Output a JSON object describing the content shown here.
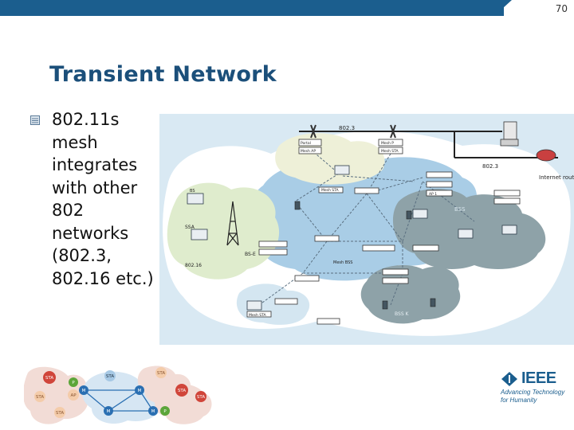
{
  "page": {
    "number": "70"
  },
  "slide": {
    "title": "Transient Network",
    "bullet": "802.11s mesh integrates with other 802 networks (802.3, 802.16 etc.)"
  },
  "diagram": {
    "labels": {
      "wired_top": "802.3",
      "wired_right": "802.3",
      "portal_1": "Portal",
      "mesh_ap_top_left": "Mesh AP",
      "mesh_point": "Mesh P",
      "mesh_sta_top": "Mesh STA",
      "router": "Internet router",
      "bss_upper_right": "BSS",
      "ap_1": "AP 1",
      "mesh_sta_mid": "Mesh STA",
      "ssa": "SSA",
      "bs": "BS",
      "bs_label": "BS-E",
      "wimax": "802.16",
      "mesh_bss": "Mesh BSS",
      "bss_bottom": "BSS K",
      "mesh_sta_bottom": "Mesh STA"
    }
  },
  "mini_diagram": {
    "node_labels": [
      "STA",
      "P",
      "M",
      "AP",
      "STA",
      "STA",
      "M",
      "STA",
      "STA",
      "M",
      "M",
      "P",
      "STA",
      "STA"
    ]
  },
  "logo": {
    "word": "IEEE",
    "tagline": "Advancing Technology for Humanity",
    "color": "#1b5e8e"
  },
  "colors": {
    "accent": "#1b5e8e",
    "title": "#1b4f7a"
  }
}
